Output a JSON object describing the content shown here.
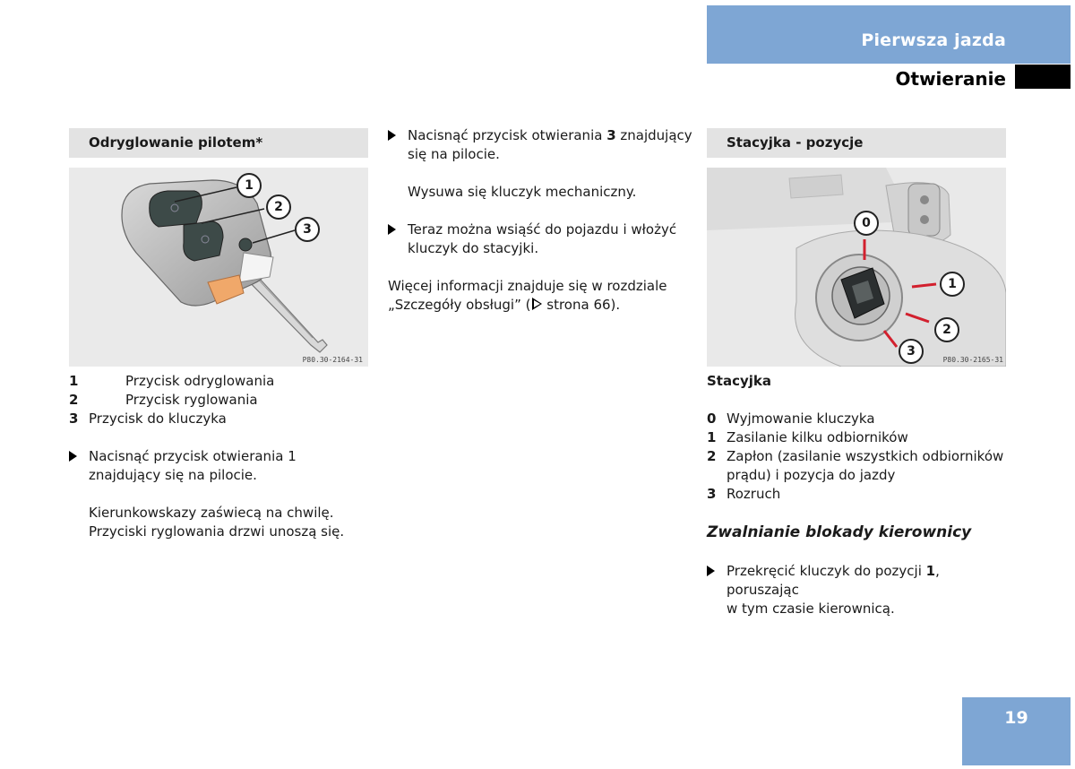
{
  "header": {
    "chapter": "Pierwsza jazda",
    "section": "Otwieranie"
  },
  "left": {
    "heading": "Odryglowanie pilotem*",
    "figure": {
      "callouts": [
        "1",
        "2",
        "3"
      ],
      "code": "P80.30-2164-31"
    },
    "legend": [
      {
        "num": "1",
        "text": "Przycisk odryglowania"
      },
      {
        "num": "2",
        "text": "Przycisk ryglowania"
      },
      {
        "num": "3",
        "text": "Przycisk do kluczyka"
      }
    ],
    "step1_line1": "Nacisnąć przycisk otwierania 1",
    "step1_line2": "znajdujący się na pilocie.",
    "result_line1": "Kierunkowskazy zaświecą na chwilę.",
    "result_line2": "Przyciski ryglowania drzwi unoszą się."
  },
  "middle": {
    "step1_pre": "Nacisnąć przycisk otwierania ",
    "step1_bold": "3",
    "step1_post": " znajdujący",
    "step1_line2": "się na pilocie.",
    "result": "Wysuwa się kluczyk mechaniczny.",
    "step2_line1": "Teraz można wsiąść do pojazdu i włożyć",
    "step2_line2": "kluczyk do stacyjki.",
    "info_line1": "Więcej informacji znajduje się w rozdziale",
    "info_line2_pre": "„Szczegóły obsługi” (",
    "info_line2_post": " strona 66)."
  },
  "right": {
    "heading": "Stacyjka - pozycje",
    "figure": {
      "callouts": [
        "0",
        "1",
        "2",
        "3"
      ],
      "code": "P80.30-2165-31"
    },
    "caption": "Stacyjka",
    "legend": [
      {
        "num": "0",
        "line1": "Wyjmowanie kluczyka",
        "line2": ""
      },
      {
        "num": "1",
        "line1": "Zasilanie kilku odbiorników",
        "line2": ""
      },
      {
        "num": "2",
        "line1": "Zapłon (zasilanie wszystkich odbiorników",
        "line2": "prądu) i pozycja do jazdy"
      },
      {
        "num": "3",
        "line1": "Rozruch",
        "line2": ""
      }
    ],
    "subheading": "Zwalnianie blokady kierownicy",
    "step_pre": "Przekręcić kluczyk do pozycji ",
    "step_bold": "1",
    "step_post": ", poruszając",
    "step_line2": "w tym czasie kierownicą."
  },
  "page_number": "19",
  "colors": {
    "accent": "#7ea6d4",
    "section_bar": "#e3e3e3"
  }
}
